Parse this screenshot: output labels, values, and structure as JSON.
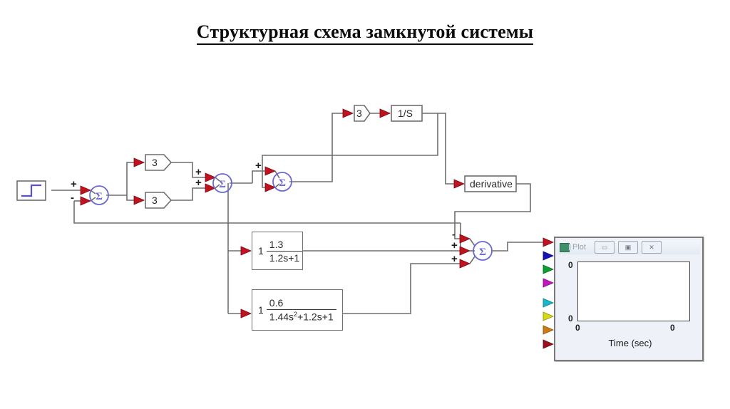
{
  "page": {
    "title": "Структурная схема замкнутой системы",
    "background_color": "#ffffff"
  },
  "diagram": {
    "type": "block-diagram",
    "description": "Closed-loop control system block diagram",
    "line_color": "#6e6e6e",
    "port_colors": {
      "input_port": "#c1121f",
      "sum_junction": "#6a6ad6"
    },
    "blocks": [
      {
        "id": "step",
        "kind": "step-input",
        "label": ""
      },
      {
        "id": "sum1",
        "kind": "sum-junction",
        "symbol": "Σ",
        "signs": [
          "+",
          "-"
        ]
      },
      {
        "id": "gain_a",
        "kind": "gain",
        "label": "3"
      },
      {
        "id": "gain_b",
        "kind": "gain",
        "label": "3"
      },
      {
        "id": "sum2",
        "kind": "sum-junction",
        "symbol": "Σ",
        "signs": [
          "+",
          "+"
        ]
      },
      {
        "id": "sum3",
        "kind": "sum-junction",
        "symbol": "Σ",
        "signs": [
          "+",
          ""
        ]
      },
      {
        "id": "gain_c",
        "kind": "gain",
        "label": "3"
      },
      {
        "id": "integrator",
        "kind": "transfer",
        "label": "1/S"
      },
      {
        "id": "derivative",
        "kind": "function",
        "label": "derivative"
      },
      {
        "id": "tf1",
        "kind": "transfer-function",
        "prefix": "1",
        "numerator": "1.3",
        "denominator": "1.2s+1"
      },
      {
        "id": "tf2",
        "kind": "transfer-function",
        "prefix": "1",
        "numerator": "0.6",
        "denominator_pre": "1.44s",
        "denominator_sup": "2",
        "denominator_post": "+1.2s+1"
      },
      {
        "id": "sum4",
        "kind": "sum-junction",
        "symbol": "Σ",
        "signs": [
          "-",
          "+",
          "+"
        ]
      }
    ],
    "signs": {
      "plus": "+",
      "minus": "-"
    }
  },
  "plot_window": {
    "title": "Plot",
    "icon": "plot-icon",
    "buttons": [
      {
        "name": "minimize",
        "glyph": "▭"
      },
      {
        "name": "maximize",
        "glyph": "▣"
      },
      {
        "name": "close",
        "glyph": "✕"
      }
    ],
    "axes": {
      "y_top_tick": "0",
      "y_bottom_tick": "0",
      "x_left_tick": "0",
      "x_right_tick": "0",
      "x_label": "Time (sec)"
    },
    "input_ports": [
      {
        "name": "port-1",
        "color": "#c1121f"
      },
      {
        "name": "port-2",
        "color": "#1414b4"
      },
      {
        "name": "port-3",
        "color": "#0f9d2f"
      },
      {
        "name": "port-4",
        "color": "#c017c0"
      },
      {
        "name": "port-5",
        "color": "#18b8c8"
      },
      {
        "name": "port-6",
        "color": "#d8d814"
      },
      {
        "name": "port-7",
        "color": "#cc7a14"
      },
      {
        "name": "port-8",
        "color": "#9b1020"
      }
    ]
  }
}
